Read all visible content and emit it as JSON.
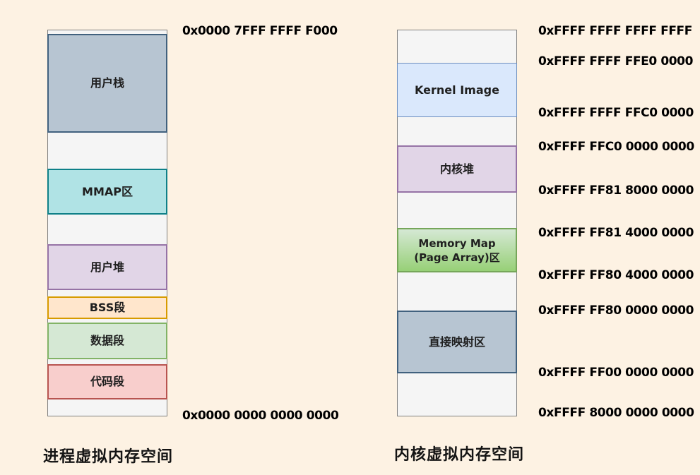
{
  "page": {
    "background": "#fdf2e3",
    "container_fill": "#f5f5f5",
    "container_border": "#7f7f7f"
  },
  "diagrams": [
    {
      "title": "进程虚拟内存空间",
      "segments": [
        {
          "label": "用户栈",
          "fill": "#b7c5d2",
          "border": "#41617e"
        },
        {
          "label": "MMAP区",
          "fill": "#b0e3e5",
          "border": "#0e8088"
        },
        {
          "label": "用户堆",
          "fill": "#e1d5e7",
          "border": "#9673a6"
        },
        {
          "label": "BSS段",
          "fill": "#ffe6cc",
          "border": "#d79b00"
        },
        {
          "label": "数据段",
          "fill": "#d5e8d4",
          "border": "#82b366"
        },
        {
          "label": "代码段",
          "fill": "#f8cecc",
          "border": "#b85450"
        }
      ],
      "addresses": [
        {
          "text": "0x0000 7FFF FFFF F000"
        },
        {
          "text": "0x0000 0000 0000 0000"
        }
      ]
    },
    {
      "title": "内核虚拟内存空间",
      "segments": [
        {
          "label": "Kernel Image",
          "fill": "#dae8fc",
          "border": "#6c8ebf"
        },
        {
          "label": "内核堆",
          "fill": "#e1d5e7",
          "border": "#9673a6"
        },
        {
          "label_line1": "Memory Map",
          "label_line2": "(Page Array)区",
          "fill": "linear-gradient(#d5e8d4, #97d077)",
          "border": "#76a65a"
        },
        {
          "label": "直接映射区",
          "fill": "#b7c5d2",
          "border": "#41617e"
        }
      ],
      "addresses": [
        {
          "text": "0xFFFF FFFF FFFF FFFF"
        },
        {
          "text": "0xFFFF FFFF FFE0 0000"
        },
        {
          "text": "0xFFFF FFFF FFC0 0000"
        },
        {
          "text": "0xFFFF FFC0 0000 0000"
        },
        {
          "text": "0xFFFF FF81 8000 0000"
        },
        {
          "text": "0xFFFF FF81 4000 0000"
        },
        {
          "text": "0xFFFF FF80 4000 0000"
        },
        {
          "text": "0xFFFF FF80 0000 0000"
        },
        {
          "text": "0xFFFF FF00 0000 0000"
        },
        {
          "text": "0xFFFF 8000 0000 0000"
        }
      ]
    }
  ]
}
